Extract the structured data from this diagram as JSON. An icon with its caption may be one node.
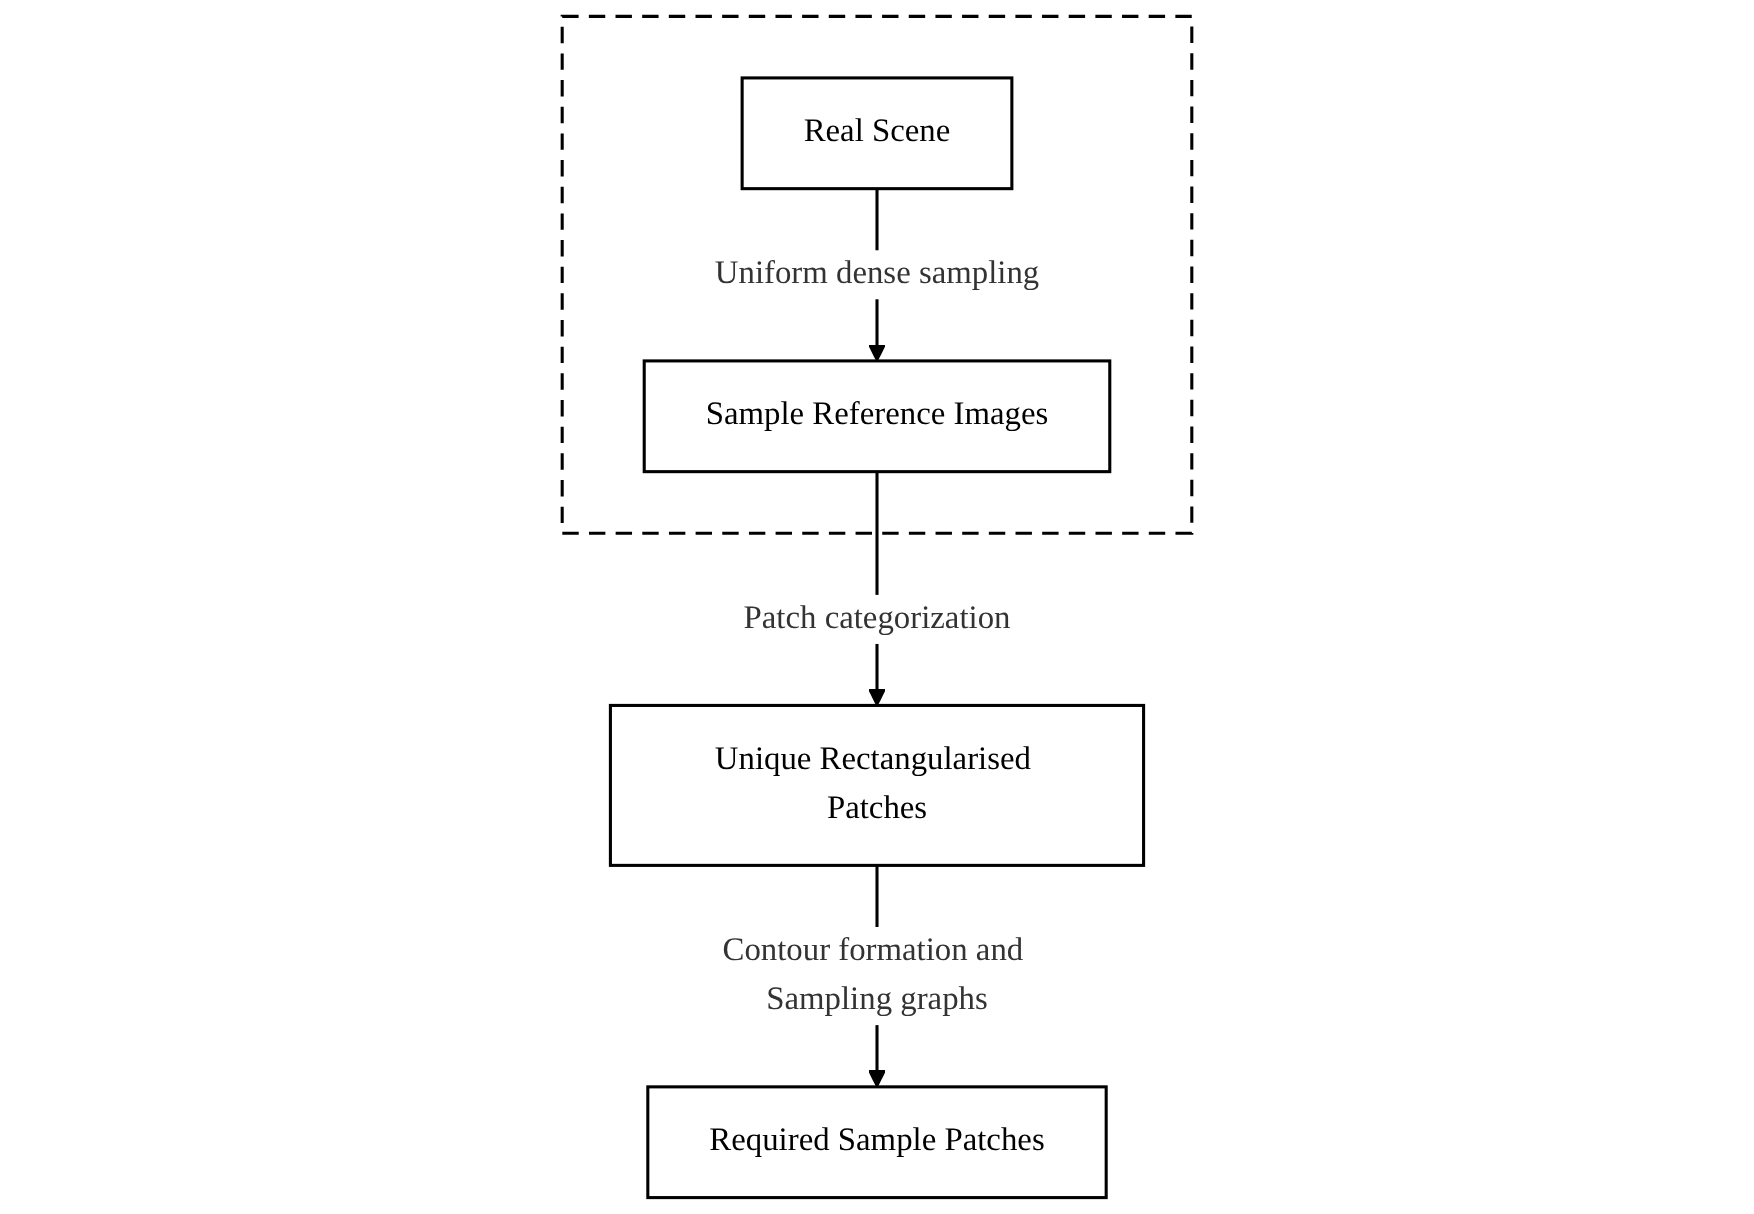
{
  "diagram": {
    "nodes": [
      {
        "text": [],
        "shape": "box"
      },
      {
        "text": [
          "Real Scene"
        ],
        "in": 0
      },
      {
        "text": [
          "Sample Reference Images"
        ],
        "in": 0
      },
      {
        "text": [
          "Unique Rectangularised Patches"
        ]
      },
      {
        "text": [
          "Required Sample Patches"
        ]
      }
    ],
    "edges": [
      {
        "from": 1,
        "to": 2,
        "arrow": "to",
        "label": "Uniform dense sampling"
      },
      {
        "from": 2,
        "to": 3,
        "arrow": "to",
        "label": "Patch categorization"
      },
      {
        "from": 3,
        "to": 4,
        "arrow": "to",
        "label": "Contour formation and Sampling graphs"
      }
    ]
  }
}
